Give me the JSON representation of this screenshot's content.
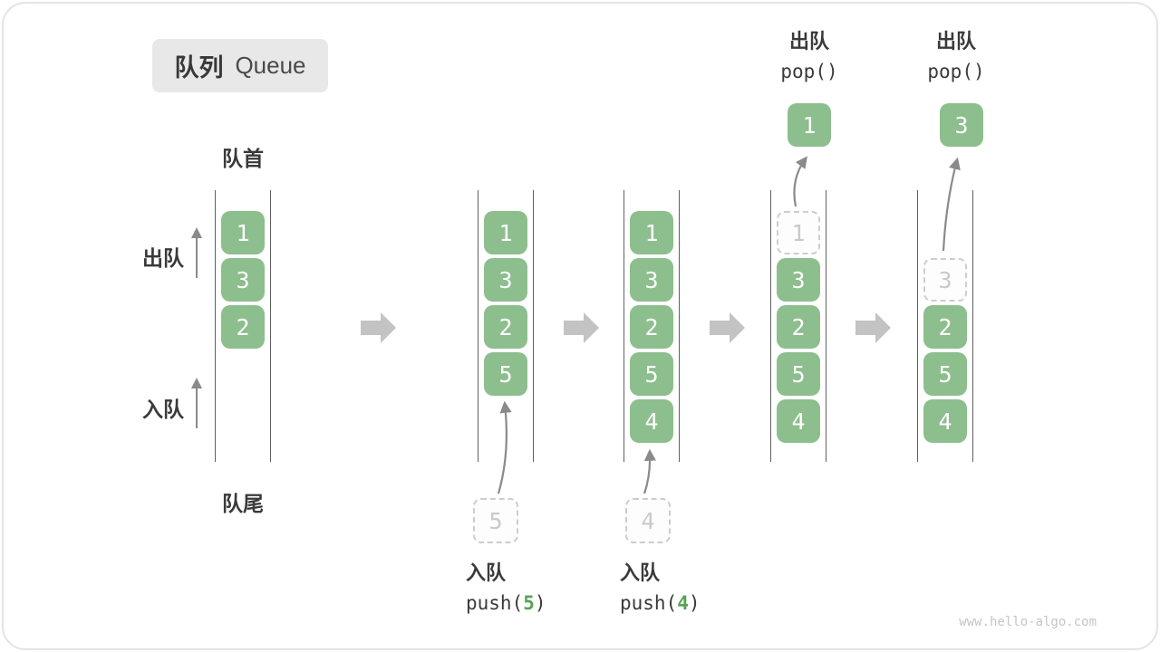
{
  "title": {
    "zh": "队列",
    "en": "Queue"
  },
  "labels": {
    "front": "队首",
    "rear": "队尾",
    "dequeue": "出队",
    "enqueue": "入队"
  },
  "colors": {
    "box_green": "#8dbe8d",
    "arg_green": "#56a356",
    "dashed_border": "#cdcdcd",
    "dashed_text": "#c9c9c9",
    "thin_arrow": "#8a8a8a",
    "block_arrow": "#c3c3c3",
    "container_line": "#606060",
    "title_bg": "#e8e8e8",
    "text_dark": "#3a3a3a",
    "watermark": "#c5c5c5"
  },
  "queues": [
    {
      "slots": [
        {
          "value": "1"
        },
        {
          "value": "3"
        },
        {
          "value": "2"
        }
      ]
    },
    {
      "slots": [
        {
          "value": "1"
        },
        {
          "value": "3"
        },
        {
          "value": "2"
        },
        {
          "value": "5"
        }
      ],
      "pending": "5",
      "op": {
        "action": "入队",
        "fn": "push(",
        "arg": "5",
        "close": ")"
      }
    },
    {
      "slots": [
        {
          "value": "1"
        },
        {
          "value": "3"
        },
        {
          "value": "2"
        },
        {
          "value": "5"
        },
        {
          "value": "4"
        }
      ],
      "pending": "4",
      "op": {
        "action": "入队",
        "fn": "push(",
        "arg": "4",
        "close": ")"
      }
    },
    {
      "slots": [
        {
          "value": "1",
          "variant": "dashed"
        },
        {
          "value": "3"
        },
        {
          "value": "2"
        },
        {
          "value": "5"
        },
        {
          "value": "4"
        }
      ],
      "popped": "1",
      "op": {
        "action": "出队",
        "code": "pop()"
      }
    },
    {
      "slots": [
        {
          "value": "3",
          "variant": "dashed"
        },
        {
          "value": "2"
        },
        {
          "value": "5"
        },
        {
          "value": "4"
        }
      ],
      "popped": "3",
      "op": {
        "action": "出队",
        "code": "pop()"
      }
    }
  ],
  "watermark": "www.hello-algo.com"
}
